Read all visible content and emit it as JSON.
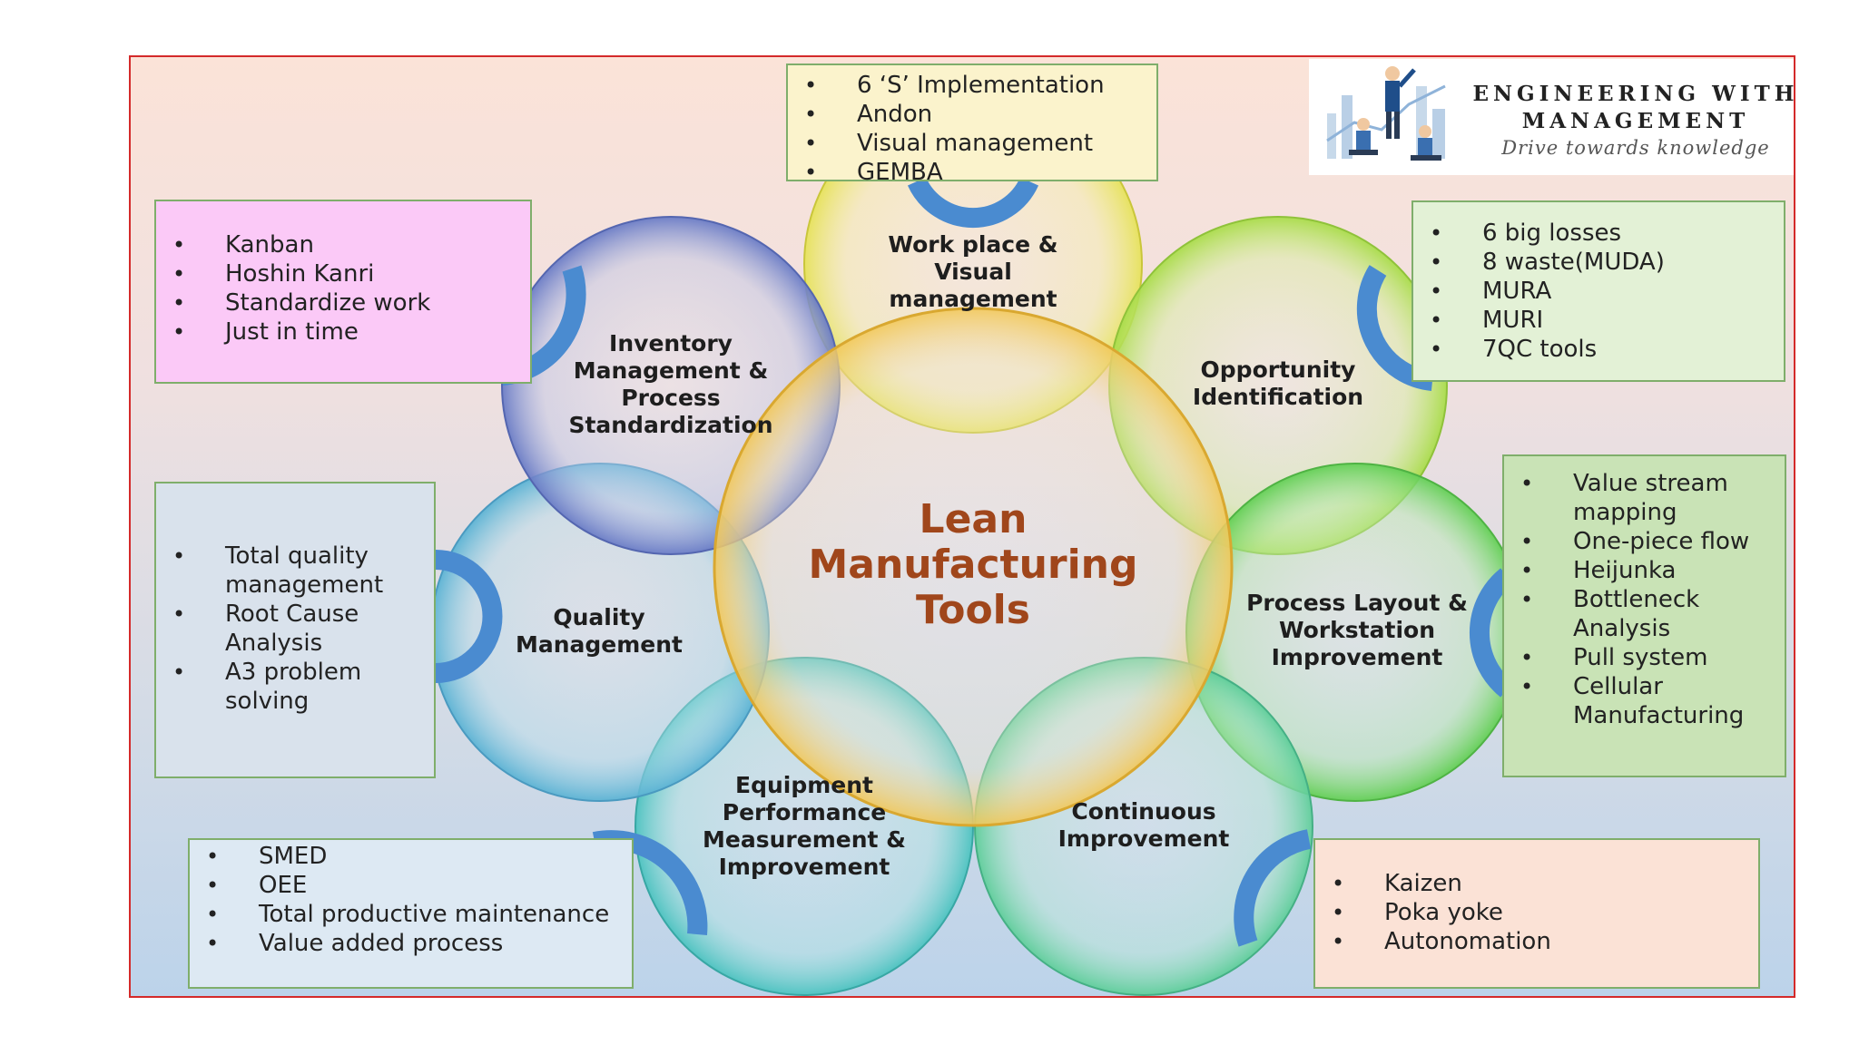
{
  "center": {
    "line1": "Lean",
    "line2": "Manufacturing",
    "line3": "Tools",
    "color": "#a0461b"
  },
  "circles": [
    {
      "id": "workplace",
      "label_lines": [
        "Work place &",
        "Visual",
        "management"
      ],
      "color": "#f3f08a"
    },
    {
      "id": "opportunity",
      "label_lines": [
        "Opportunity",
        "Identification"
      ],
      "color": "#c6ee8c"
    },
    {
      "id": "process-layout",
      "label_lines": [
        "Process Layout &",
        "Workstation",
        "Improvement"
      ],
      "color": "#a6e6a6"
    },
    {
      "id": "continuous",
      "label_lines": [
        "Continuous",
        "Improvement"
      ],
      "color": "#a8e2cc"
    },
    {
      "id": "equipment",
      "label_lines": [
        "Equipment",
        "Performance",
        "Measurement &",
        "Improvement"
      ],
      "color": "#9cdcd8"
    },
    {
      "id": "quality",
      "label_lines": [
        "Quality",
        "Management"
      ],
      "color": "#a6d2e6"
    },
    {
      "id": "inventory",
      "label_lines": [
        "Inventory",
        "Management &",
        "Process",
        "Standardization"
      ],
      "color": "#a7b4e0"
    }
  ],
  "boxes": {
    "workplace": [
      "6 ‘S’ Implementation",
      "Andon",
      "Visual management",
      "GEMBA"
    ],
    "opportunity": [
      "6 big losses",
      "8 waste(MUDA)",
      "MURA",
      "MURI",
      "7QC tools"
    ],
    "process_layout": [
      "Value stream mapping",
      "One-piece flow",
      "Heijunka",
      "Bottleneck Analysis",
      "Pull system",
      "Cellular Manufacturing"
    ],
    "continuous": [
      "Kaizen",
      "Poka yoke",
      "Autonomation"
    ],
    "equipment": [
      "SMED",
      "OEE",
      "Total productive maintenance",
      "Value added process"
    ],
    "quality": [
      "Total quality management",
      "Root Cause Analysis",
      "A3 problem solving"
    ],
    "inventory": [
      "Kanban",
      "Hoshin Kanri",
      "Standardize work",
      "Just in time"
    ]
  },
  "box_colors": {
    "workplace": "#fbf3cc",
    "opportunity": "#e3f1d6",
    "process_layout": "#c9e3b6",
    "continuous": "#fbe2d6",
    "equipment": "#dde9f3",
    "quality": "#d9e2ec",
    "inventory": "#fbc9f7"
  },
  "arc_color": "#4a8bd0",
  "logo": {
    "title_line1": "ENGINEERING WITH",
    "title_line2": "MANAGEMENT",
    "tagline": "Drive towards knowledge"
  }
}
